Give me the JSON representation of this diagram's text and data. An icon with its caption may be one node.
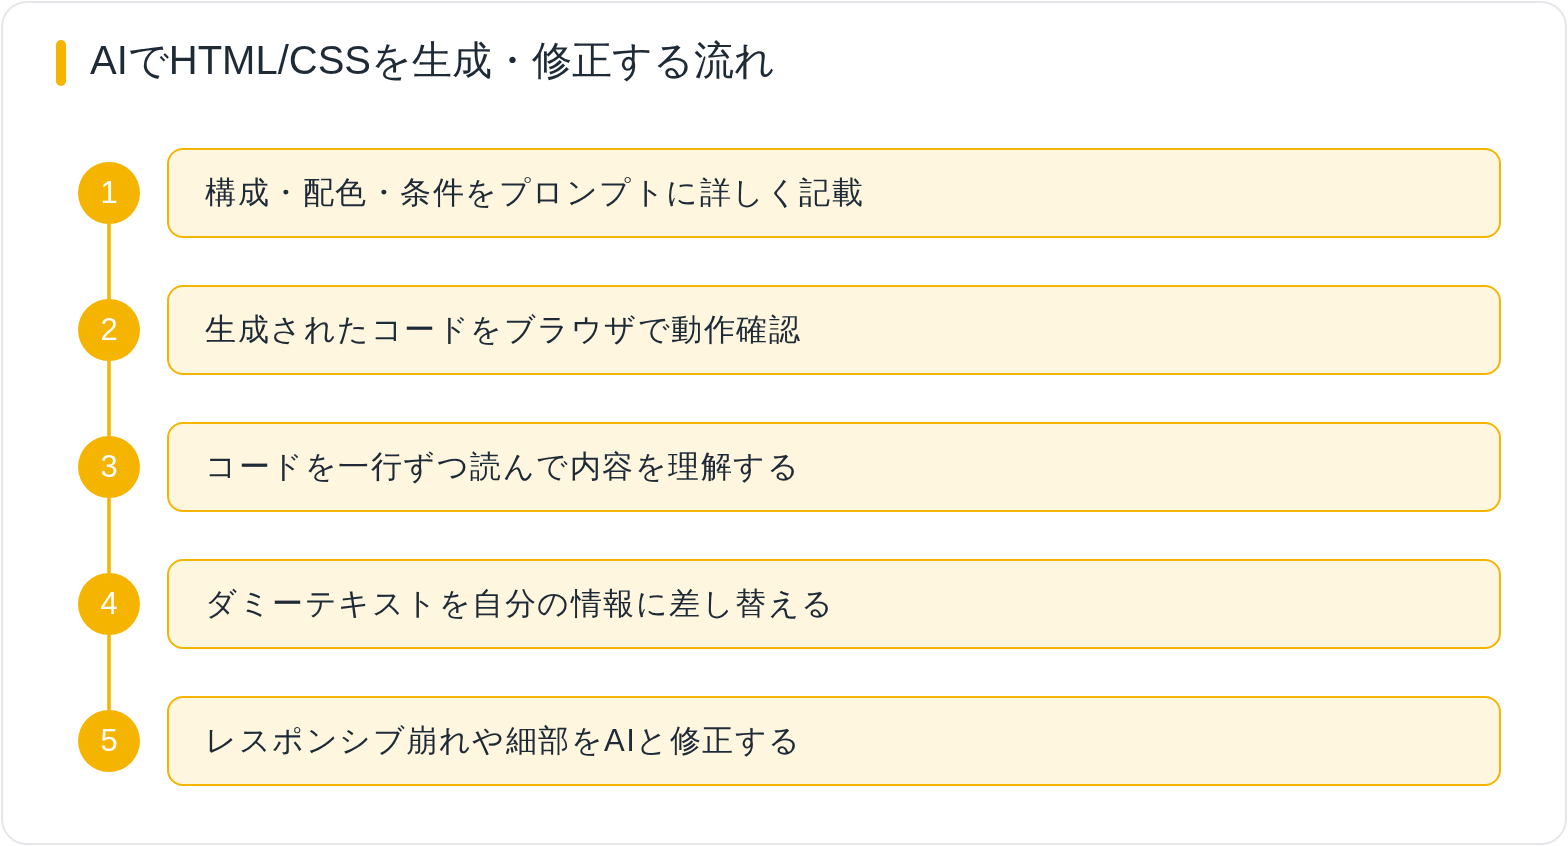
{
  "diagram": {
    "title": "AIでHTML/CSSを生成・修正する流れ",
    "nodes": [
      {
        "text": [
          "1"
        ]
      },
      {
        "text": [
          "構成・配色・条件をプロンプトに詳しく記載"
        ]
      },
      {
        "text": [
          "2"
        ]
      },
      {
        "text": [
          "生成されたコードをブラウザで動作確認"
        ]
      },
      {
        "text": [
          "3"
        ]
      },
      {
        "text": [
          "コードを一行ずつ読んで内容を理解する"
        ]
      },
      {
        "text": [
          "4"
        ]
      },
      {
        "text": [
          "ダミーテキストを自分の情報に差し替える"
        ]
      },
      {
        "text": [
          "5"
        ]
      },
      {
        "text": [
          "レスポンシブ崩れや細部をAIと修正する"
        ]
      }
    ],
    "edges": [
      {
        "from": 0,
        "to": 2,
        "arrow": "none"
      },
      {
        "from": 2,
        "to": 4,
        "arrow": "none"
      },
      {
        "from": 4,
        "to": 6,
        "arrow": "none"
      },
      {
        "from": 6,
        "to": 8,
        "arrow": "none"
      }
    ]
  }
}
